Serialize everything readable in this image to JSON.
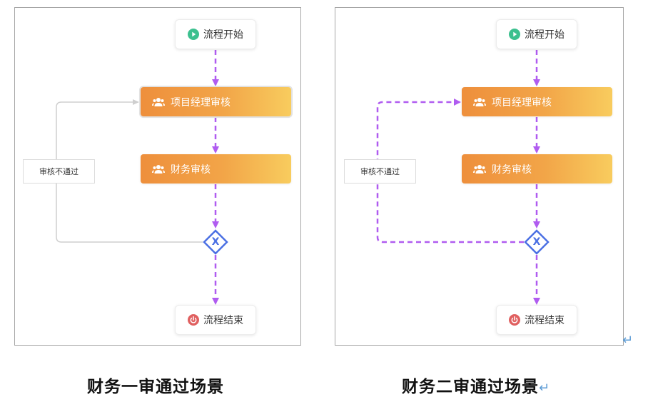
{
  "diagrams": [
    {
      "id": "left",
      "start_label": "流程开始",
      "task1_label": "项目经理审核",
      "task2_label": "财务审核",
      "reject_label": "审核不通过",
      "gateway_label": "X",
      "end_label": "流程结束",
      "caption": "财务一审通过场景",
      "caption_mark": ""
    },
    {
      "id": "right",
      "start_label": "流程开始",
      "task1_label": "项目经理审核",
      "task2_label": "财务审核",
      "reject_label": "审核不通过",
      "gateway_label": "X",
      "end_label": "流程结束",
      "caption": "财务二审通过场景",
      "caption_mark": "↵"
    }
  ],
  "corner_mark": "↵",
  "colors": {
    "active_edge": "#b05cf0",
    "inactive_edge": "#cfcfcf",
    "gateway": "#4a6fe3",
    "start_icon": "#3cc08f",
    "end_icon": "#e06060",
    "task_gradient_start": "#ee8f3c",
    "task_gradient_end": "#f8cc5e"
  },
  "icons": {
    "start": "play-circle-icon",
    "task": "users-icon",
    "end": "power-icon",
    "gateway": "exclusive-gateway-icon"
  }
}
